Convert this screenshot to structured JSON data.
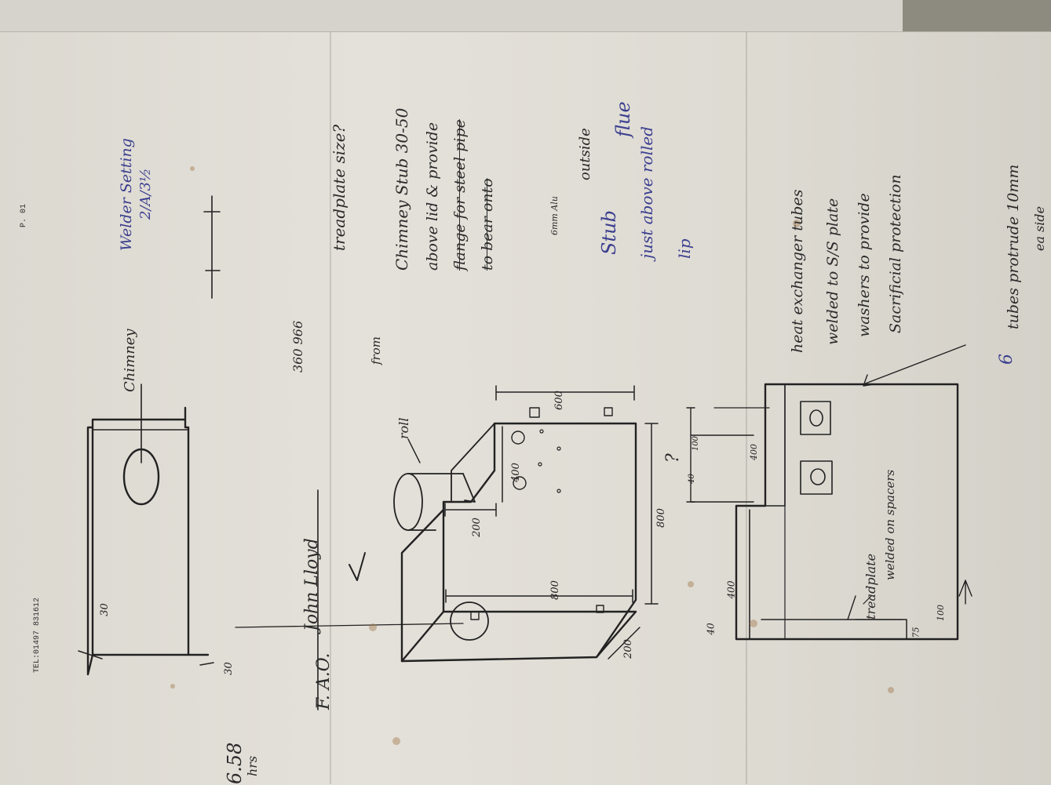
{
  "fax_header": {
    "tel": "TEL:01497 831612",
    "page": "P. 01"
  },
  "fao": {
    "label": "F. A.O.",
    "name": "John Lloyd"
  },
  "top_notes": {
    "number": "360 966",
    "chimney_label": "Chimney",
    "welder_setting": "Welder Setting",
    "welder_values": "2/A/3½",
    "treadplate": "treadplate size?",
    "roll": "roll",
    "from": "from",
    "chimney_stub": "Chimney Stub 30-50",
    "above_lid": "above lid & provide",
    "flange": "flange for steel pipe",
    "to_bear": "to bear onto",
    "six_mm_alu": "6mm Alu",
    "stub_outside": "outside",
    "stub": "Stub",
    "flue": "flue",
    "just_above": "just above rolled",
    "lip": "lip",
    "heat_exchanger": "heat exchanger tubes",
    "welded_to": "welded to S/S plate",
    "washers": "washers to provide",
    "sacrificial": "Sacrificial protection",
    "tubes_protrude": "tubes protrude 10mm",
    "each_side": "ea side",
    "six": "6",
    "treadplate_welded": "treadplate",
    "welded_on_spacers": "welded on spacers",
    "question": "?",
    "margin_left": "6.58",
    "margin_hours": "hrs"
  },
  "dimensions": {
    "d30_top": "30",
    "d30_bottom": "30",
    "d600": "600",
    "d800_right": "800",
    "d800_bottom": "800",
    "d400": "400",
    "d200_top": "200",
    "d200_bottom": "200",
    "d100_small": "100",
    "d400_small": "400",
    "d40": "40",
    "d400_left": "400",
    "d100_bottom": "100",
    "d75": "75",
    "d40_small": "40"
  }
}
